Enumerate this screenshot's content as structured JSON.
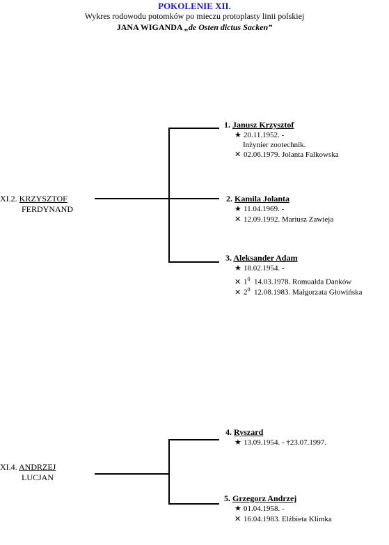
{
  "header": {
    "title": "POKOLENIE XII.",
    "subtitle": "Wykres rodowodu potomków po mieczu protoplasty linii polskiej",
    "line3_prefix": "JANA WIGANDA ",
    "line3_italic": "„de Osten dictus Sacken”"
  },
  "parents": [
    {
      "number": "XI.2.",
      "first": "KRZYSZTOF",
      "second": "FERDYNAND"
    },
    {
      "number": "XI.4.",
      "first": "ANDRZEJ",
      "second": "LUCJAN"
    }
  ],
  "children": [
    {
      "num": "1.",
      "name": "Janusz Krzysztof",
      "born": "20.11.1952. -",
      "note": "Inżynier zootechnik.",
      "married": "02.06.1979. Jolanta Falkowska"
    },
    {
      "num": "2.",
      "name": "Kamila Jolanta",
      "born": "11.04.1969. -",
      "married": "12.09.1992. Mariusz Zawieja"
    },
    {
      "num": "3.",
      "name": "Aleksander Adam",
      "born": "18.02.1954. -",
      "marriage1_sup": "0",
      "marriage1_text": "14.03.1978. Romualda Danków",
      "marriage2_sup": "0",
      "marriage2_text": "12.08.1983. Małgorzata Głowińska",
      "marriage1_num": "1",
      "marriage2_num": "2"
    },
    {
      "num": "4.",
      "name": "Ryszard",
      "born": "13.09.1954. -",
      "died": "23.07.1997."
    },
    {
      "num": "5.",
      "name": "Grzegorz Andrzej",
      "born": "01.04.1958. -",
      "married": "16.04.1983. Elżbieta Klimka"
    }
  ],
  "symbols": {
    "born": "★",
    "married": "✕",
    "died": "†"
  }
}
